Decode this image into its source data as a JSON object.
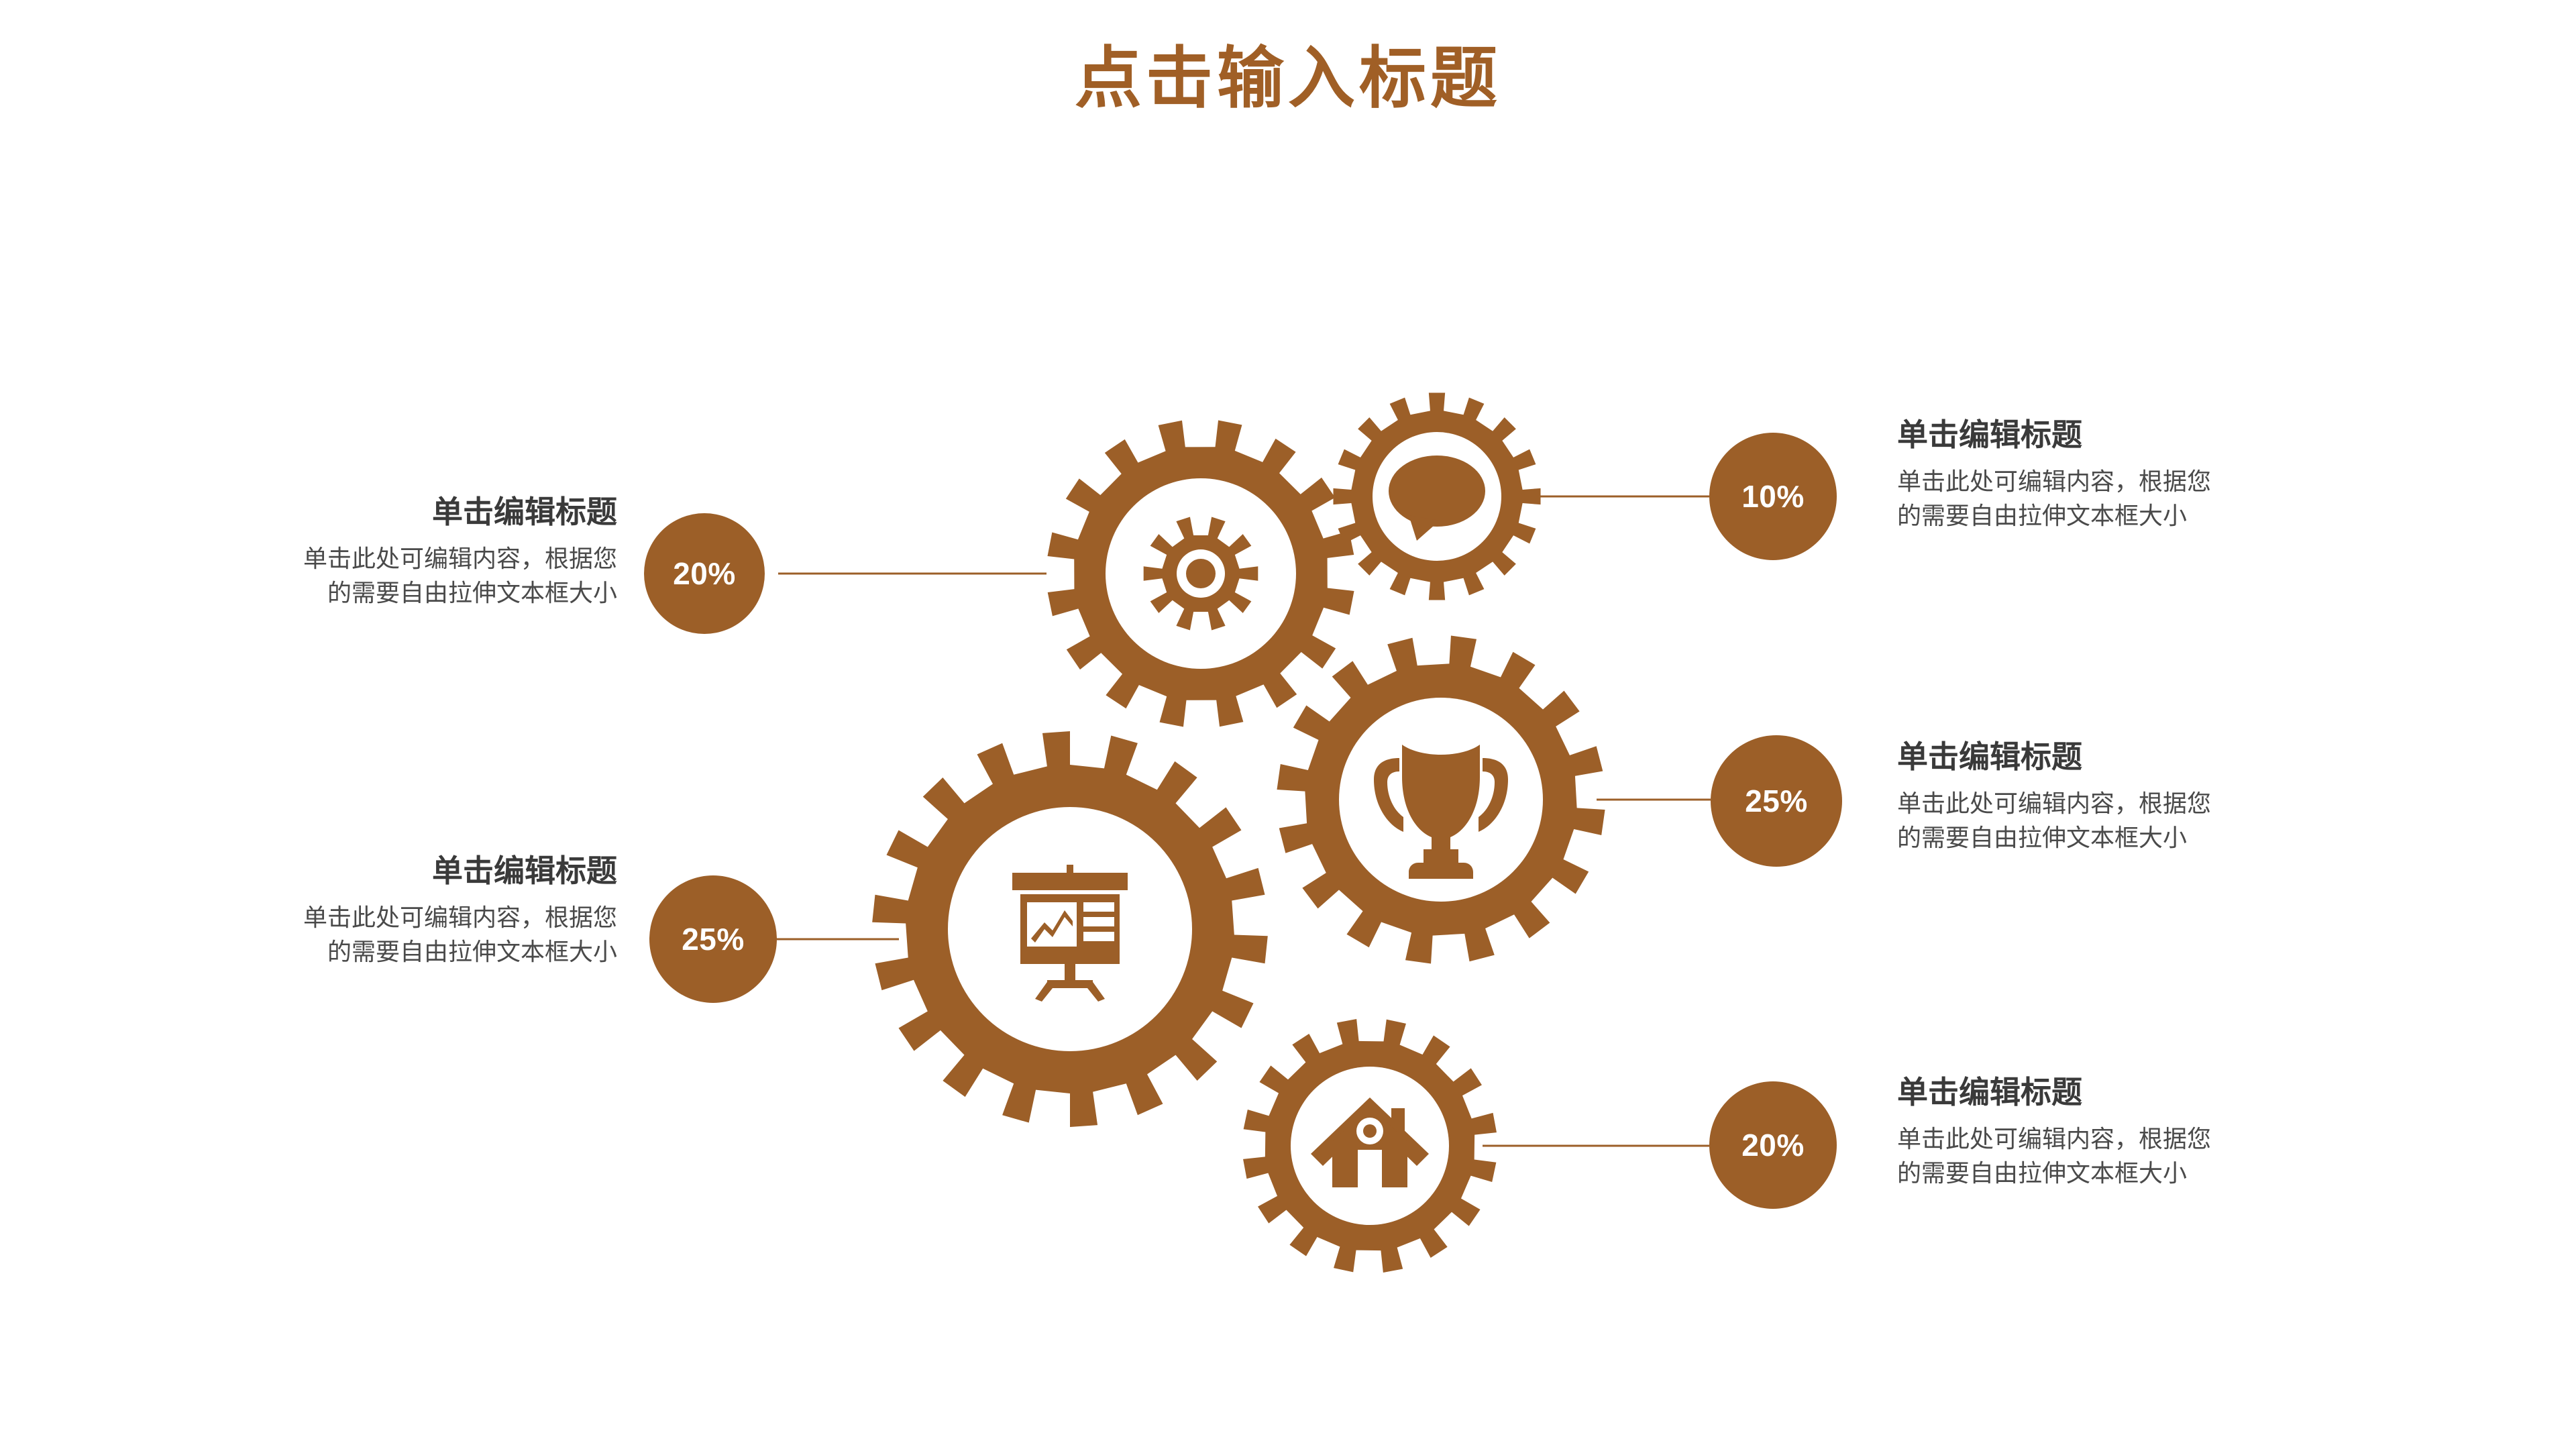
{
  "page": {
    "title": "点击输入标题",
    "background_color": "#FFFFFF",
    "accent_color": "#9C5F28",
    "title_color": "#A05F26",
    "heading_color": "#3A3A3A",
    "body_color": "#4A4A4A"
  },
  "items": [
    {
      "id": "left-top",
      "percent": "20%",
      "title": "单击编辑标题",
      "body_line1": "单击此处可编辑内容，根据您",
      "body_line2": "的需要自由拉伸文本框大小",
      "icon": "settings-gear-icon",
      "side": "left"
    },
    {
      "id": "left-bottom",
      "percent": "25%",
      "title": "单击编辑标题",
      "body_line1": "单击此处可编辑内容，根据您",
      "body_line2": "的需要自由拉伸文本框大小",
      "icon": "presentation-chart-icon",
      "side": "left"
    },
    {
      "id": "right-top",
      "percent": "10%",
      "title": "单击编辑标题",
      "body_line1": "单击此处可编辑内容，根据您",
      "body_line2": "的需要自由拉伸文本框大小",
      "icon": "speech-bubble-icon",
      "side": "right"
    },
    {
      "id": "right-middle",
      "percent": "25%",
      "title": "单击编辑标题",
      "body_line1": "单击此处可编辑内容，根据您",
      "body_line2": "的需要自由拉伸文本框大小",
      "icon": "trophy-icon",
      "side": "right"
    },
    {
      "id": "right-bottom",
      "percent": "20%",
      "title": "单击编辑标题",
      "body_line1": "单击此处可编辑内容，根据您",
      "body_line2": "的需要自由拉伸文本框大小",
      "icon": "house-icon",
      "side": "right"
    }
  ],
  "chart_data": {
    "type": "pie",
    "title": "点击输入标题",
    "categories": [
      "单击编辑标题",
      "单击编辑标题",
      "单击编辑标题",
      "单击编辑标题",
      "单击编辑标题"
    ],
    "labels": [
      "20%",
      "25%",
      "10%",
      "25%",
      "20%"
    ],
    "values": [
      20,
      25,
      10,
      25,
      20
    ],
    "unit": "%",
    "legend": "none",
    "grid": false
  }
}
